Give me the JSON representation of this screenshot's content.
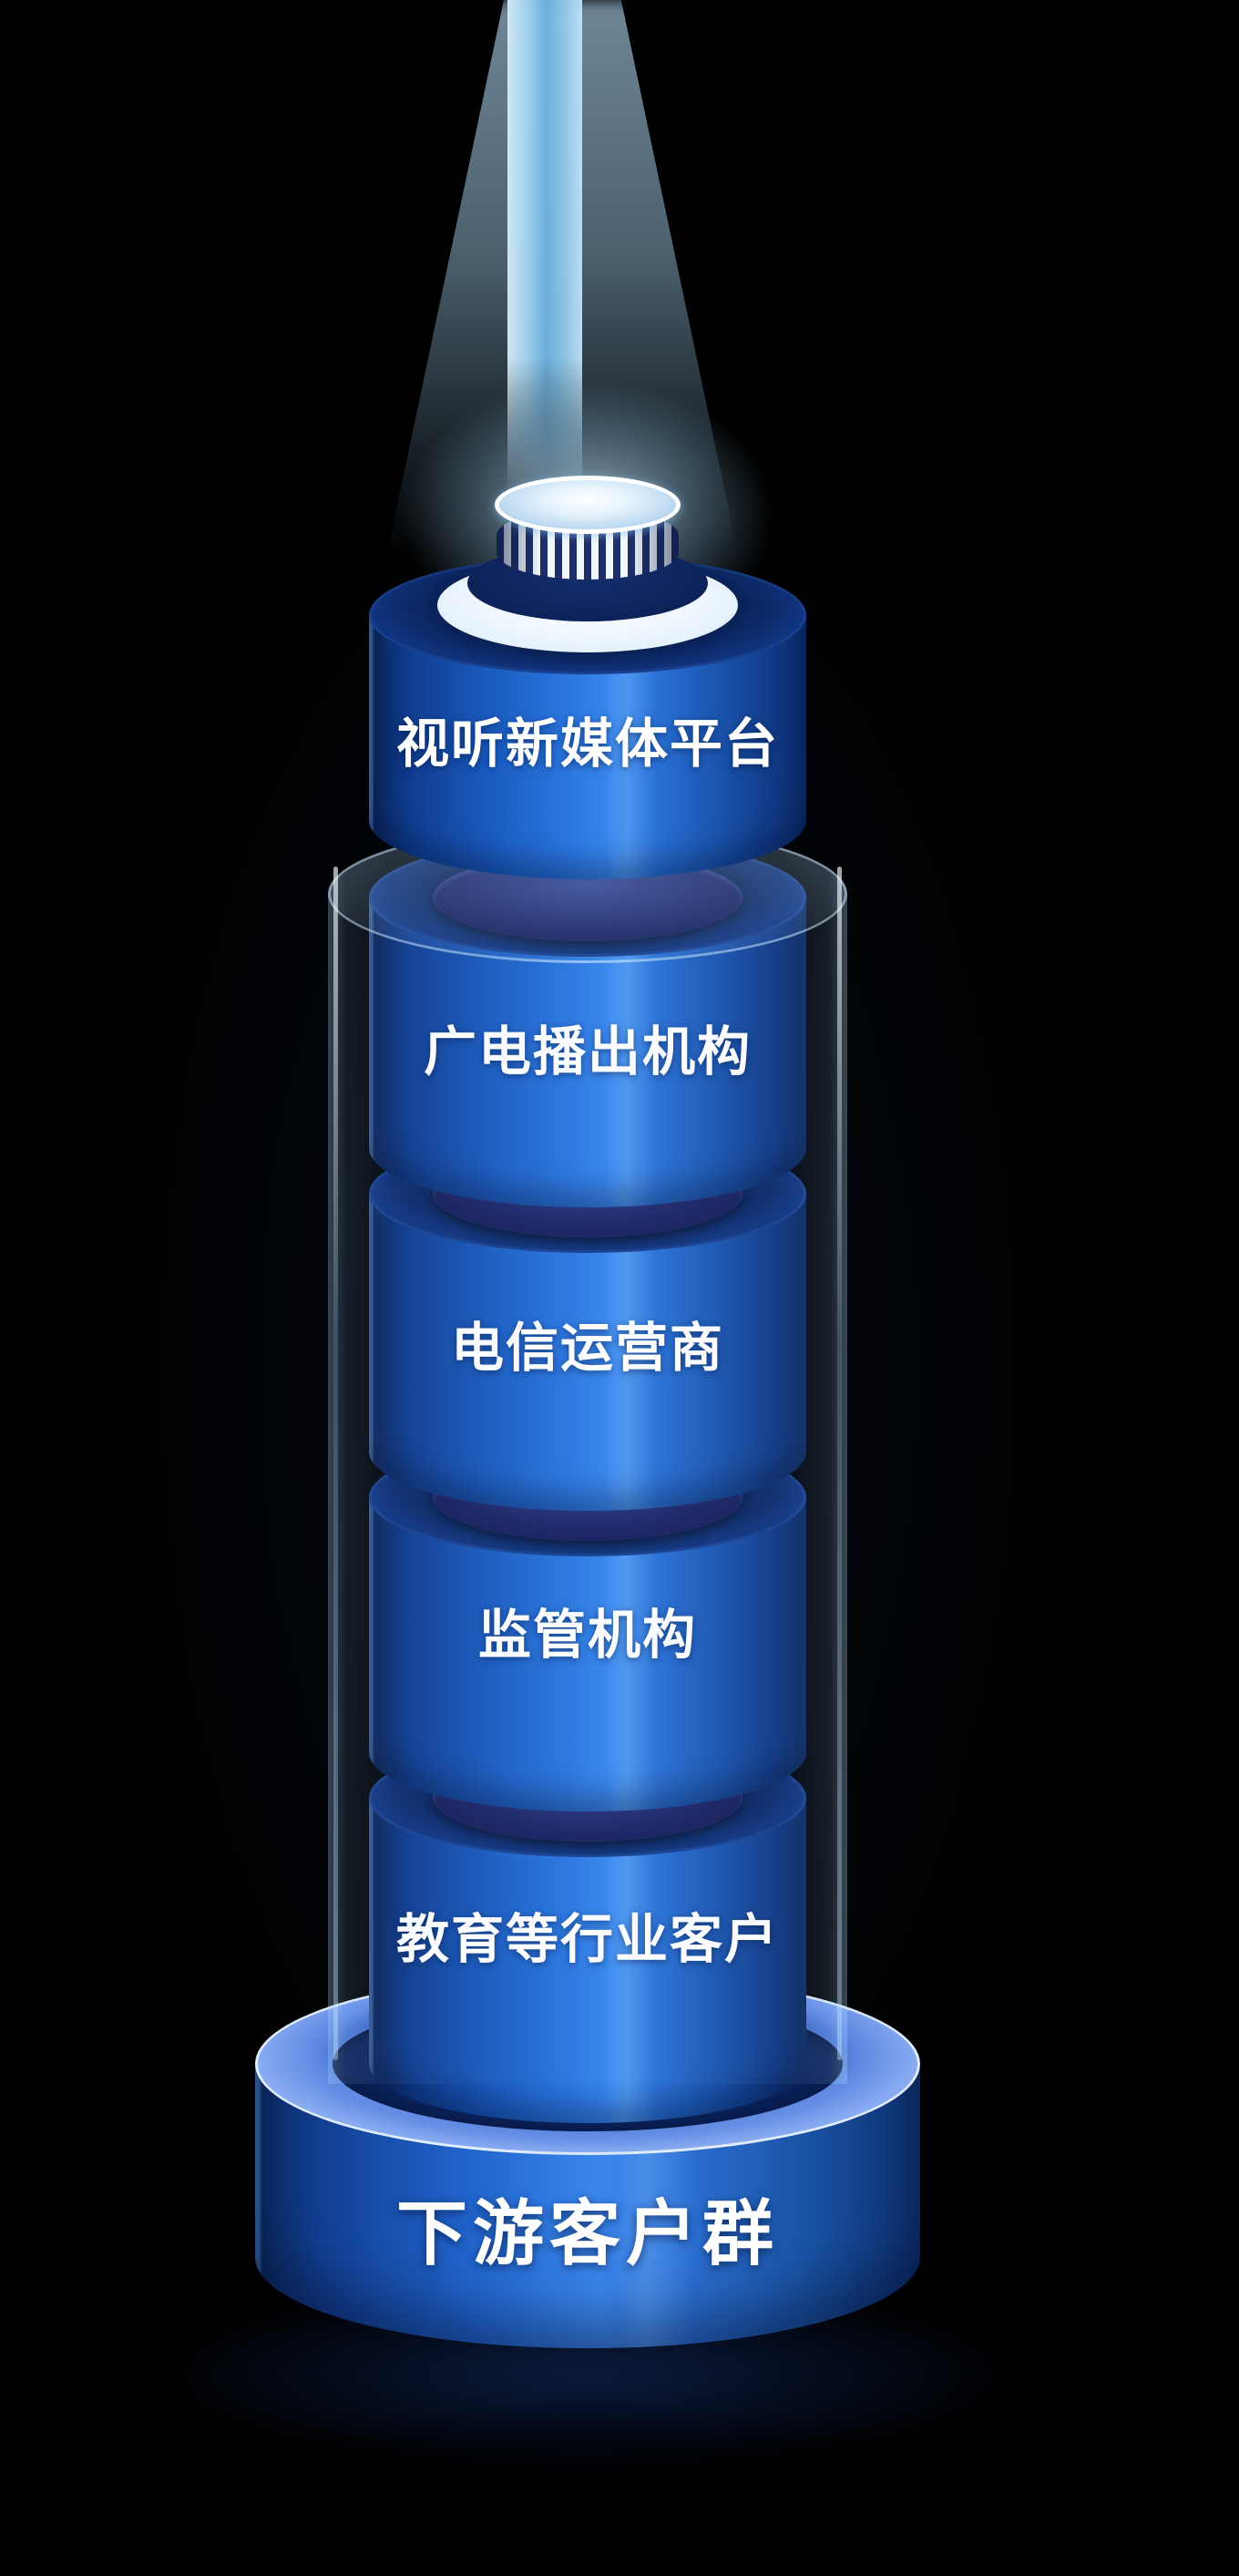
{
  "diagram": {
    "type": "stacked-cylinder-tower",
    "segments": [
      {
        "label": "视听新媒体平台"
      },
      {
        "label": "广电播出机构"
      },
      {
        "label": "电信运营商"
      },
      {
        "label": "监管机构"
      },
      {
        "label": "教育等行业客户"
      }
    ],
    "base": {
      "label": "下游客户群"
    },
    "colors": {
      "background": "#000000",
      "cylinder_body_dark": "#0a2357",
      "cylinder_body_bright": "#3988ee",
      "cylinder_top": "#0a2257",
      "joint": "#1c2566",
      "glass_tube": "#a0c8f0",
      "beam": "#a8d8f3",
      "cap_white": "#ffffff",
      "base_ring": "#85a8f0",
      "base_rim": "#f2f8ff",
      "label_text": "#ffffff"
    }
  }
}
